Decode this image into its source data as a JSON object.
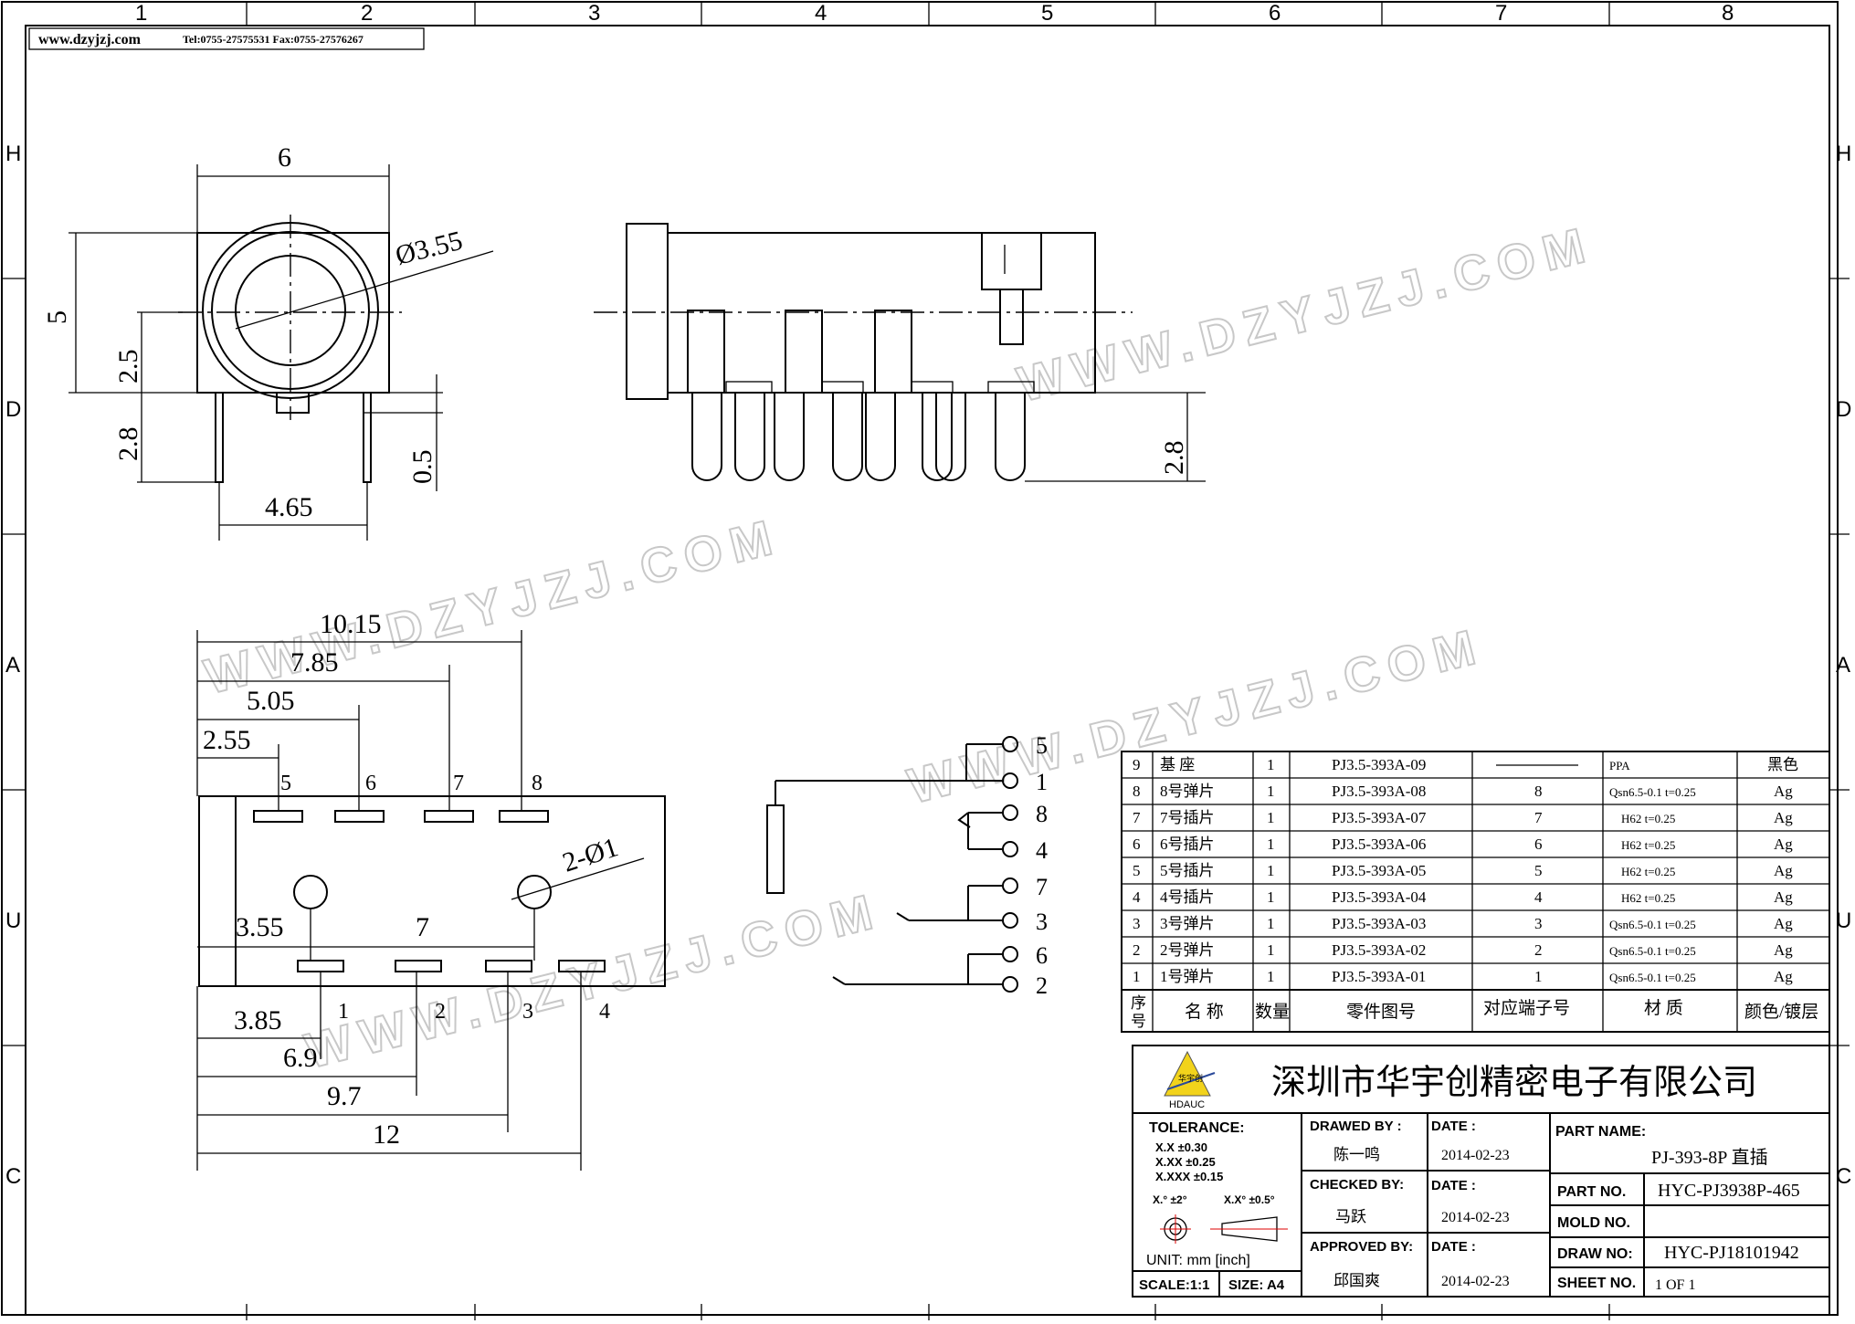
{
  "header": {
    "website": "www.dzyjzj.com",
    "contact": "Tel:0755-27575531  Fax:0755-27576267"
  },
  "watermark": "WWW.DZYJZJ.COM",
  "border": {
    "columns": [
      "1",
      "2",
      "3",
      "4",
      "5",
      "6",
      "7",
      "8"
    ],
    "rows": [
      "H",
      "D",
      "A",
      "U",
      "C"
    ]
  },
  "front_view": {
    "width": "6",
    "height": "5",
    "diameter": "Ø3.55",
    "center_height": "2.5",
    "pin_length": "2.8",
    "offset": "0.5",
    "pin_spacing": "4.65"
  },
  "side_view": {
    "pin_length": "2.8"
  },
  "top_view": {
    "dims_top": [
      "10.15",
      "7.85",
      "5.05",
      "2.55"
    ],
    "pins_top": [
      "5",
      "6",
      "7",
      "8"
    ],
    "pins_bottom": [
      "1",
      "2",
      "3",
      "4"
    ],
    "hole_label": "2-Ø1",
    "dim_a": "3.55",
    "dim_b": "7",
    "dims_bottom": [
      "3.85",
      "6.9",
      "9.7",
      "12"
    ]
  },
  "schematic": {
    "pins": [
      "5",
      "1",
      "8",
      "4",
      "7",
      "3",
      "6",
      "2"
    ]
  },
  "bom": {
    "headers": [
      "序号",
      "名 称",
      "数量",
      "零件图号",
      "对应端子号",
      "材 质",
      "颜色/镀层"
    ],
    "rows": [
      {
        "no": "9",
        "name": "基 座",
        "qty": "1",
        "part": "PJ3.5-393A-09",
        "terminal": "",
        "material": "PPA",
        "color": "黑色"
      },
      {
        "no": "8",
        "name": "8号弹片",
        "qty": "1",
        "part": "PJ3.5-393A-08",
        "terminal": "8",
        "material": "Qsn6.5-0.1 t=0.25",
        "color": "Ag"
      },
      {
        "no": "7",
        "name": "7号插片",
        "qty": "1",
        "part": "PJ3.5-393A-07",
        "terminal": "7",
        "material": "H62 t=0.25",
        "color": "Ag"
      },
      {
        "no": "6",
        "name": "6号插片",
        "qty": "1",
        "part": "PJ3.5-393A-06",
        "terminal": "6",
        "material": "H62 t=0.25",
        "color": "Ag"
      },
      {
        "no": "5",
        "name": "5号插片",
        "qty": "1",
        "part": "PJ3.5-393A-05",
        "terminal": "5",
        "material": "H62 t=0.25",
        "color": "Ag"
      },
      {
        "no": "4",
        "name": "4号插片",
        "qty": "1",
        "part": "PJ3.5-393A-04",
        "terminal": "4",
        "material": "H62 t=0.25",
        "color": "Ag"
      },
      {
        "no": "3",
        "name": "3号弹片",
        "qty": "1",
        "part": "PJ3.5-393A-03",
        "terminal": "3",
        "material": "Qsn6.5-0.1 t=0.25",
        "color": "Ag"
      },
      {
        "no": "2",
        "name": "2号弹片",
        "qty": "1",
        "part": "PJ3.5-393A-02",
        "terminal": "2",
        "material": "Qsn6.5-0.1 t=0.25",
        "color": "Ag"
      },
      {
        "no": "1",
        "name": "1号弹片",
        "qty": "1",
        "part": "PJ3.5-393A-01",
        "terminal": "1",
        "material": "Qsn6.5-0.1 t=0.25",
        "color": "Ag"
      }
    ]
  },
  "title_block": {
    "logo_cn": "华宇创",
    "logo_en": "HDAUC",
    "company": "深圳市华宇创精密电子有限公司",
    "tolerance_label": "TOLERANCE:",
    "tol_x": "X.X   ±0.30",
    "tol_xx": "X.XX   ±0.25",
    "tol_xxx": "X.XXX  ±0.15",
    "tol_angle1": "X.°  ±2°",
    "tol_angle2": "X.X°  ±0.5°",
    "unit": "UNIT:  mm  [inch]",
    "scale": "SCALE:1:1",
    "size": "SIZE:  A4",
    "drawn_label": "DRAWED BY :",
    "drawn_by": "陈一鸣",
    "checked_label": "CHECKED BY:",
    "checked_by": "马跃",
    "approved_label": "APPROVED BY:",
    "approved_by": "邱国爽",
    "date_label": "DATE :",
    "date1": "2014-02-23",
    "date2": "2014-02-23",
    "date3": "2014-02-23",
    "part_name_label": "PART NAME:",
    "part_name": "PJ-393-8P  直插",
    "part_no_label": "PART NO.",
    "part_no": "HYC-PJ3938P-465",
    "mold_no_label": "MOLD NO.",
    "mold_no": "",
    "draw_no_label": "DRAW NO:",
    "draw_no": "HYC-PJ18101942",
    "sheet_no_label": "SHEET NO.",
    "sheet_no": "1  OF  1"
  }
}
